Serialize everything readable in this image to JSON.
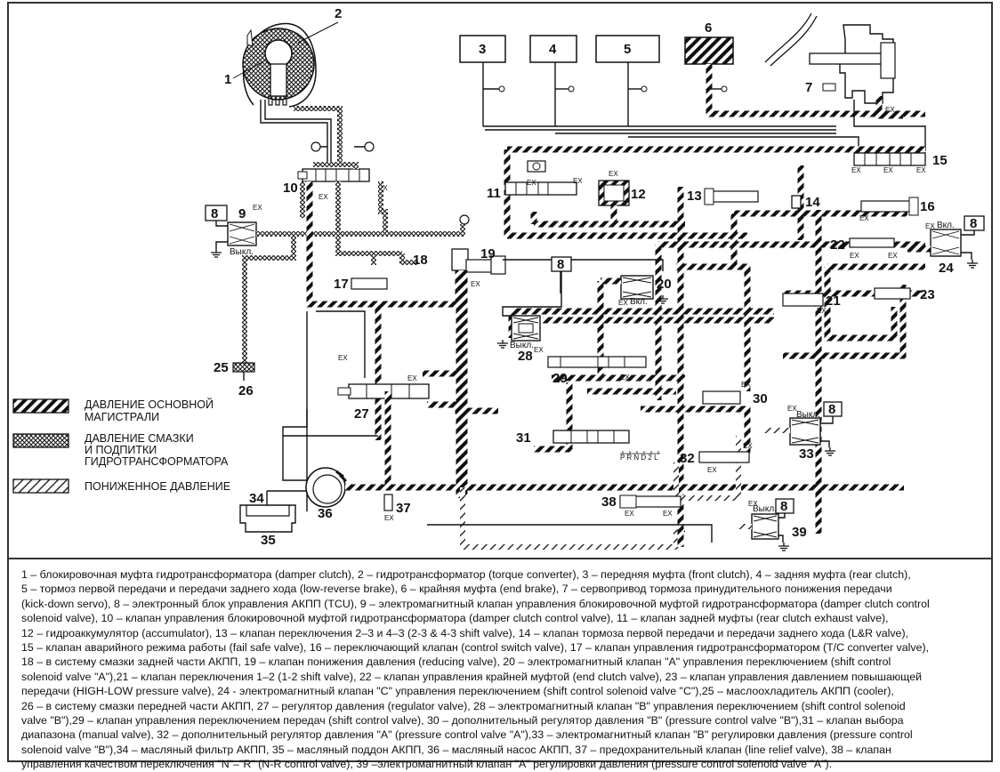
{
  "diagram": {
    "title": "Гидравлическая схема АКПП",
    "labels": {
      "n1": "1",
      "n2": "2",
      "n3": "3",
      "n4": "4",
      "n5": "5",
      "n6": "6",
      "n7": "7",
      "n8": "8",
      "n9": "9",
      "n10": "10",
      "n11": "11",
      "n12": "12",
      "n13": "13",
      "n14": "14",
      "n15": "15",
      "n16": "16",
      "n17": "17",
      "n18": "18",
      "n19": "19",
      "n20": "20",
      "n21": "21",
      "n22": "22",
      "n23": "23",
      "n24": "24",
      "n25": "25",
      "n26": "26",
      "n27": "27",
      "n28": "28",
      "n29": "29",
      "n30": "30",
      "n31": "31",
      "n32": "32",
      "n33": "33",
      "n34": "34",
      "n35": "35",
      "n36": "36",
      "n37": "37",
      "n38": "38",
      "n39": "39"
    },
    "tcu_label": "8",
    "exhaust_label": "EX",
    "state_on": "Вкл.",
    "state_off": "Выкл.",
    "manual_positions": "P R N D 2 L",
    "legend": [
      {
        "pattern": "main-line-pressure",
        "text_line1": "ДАВЛЕНИЕ ОСНОВНОЙ",
        "text_line2": "МАГИСТРАЛИ",
        "text_line3": ""
      },
      {
        "pattern": "lubrication-pressure",
        "text_line1": "ДАВЛЕНИЕ СМАЗКИ",
        "text_line2": "И ПОДПИТКИ",
        "text_line3": "ГИДРОТРАНСФОРМАТОРА"
      },
      {
        "pattern": "reduced-pressure",
        "text_line1": "ПОНИЖЕННОЕ ДАВЛЕНИЕ",
        "text_line2": "",
        "text_line3": ""
      }
    ]
  },
  "caption": {
    "lines": [
      "1 – блокировочная муфта гидротрансформатора (damper clutch), 2 – гидротрансформатор (torque converter), 3 – передняя муфта (front clutch), 4 – задняя муфта (rear clutch),",
      "5 – тормоз первой передачи и передачи заднего хода (low-reverse brake), 6 – крайняя муфта (end brake), 7 – сервопривод тормоза принудительного понижения передачи",
      "(kick-down servo), 8 – электронный блок управления АКПП (TCU), 9 – электромагнитный клапан управления блокировочной муфтой гидротрансформатора (damper clutch control",
      "solenoid valve), 10 – клапан управления блокировочной муфтой гидротрансформатора (damper clutch control valve), 11 – клапан задней муфты (rear clutch exhaust valve),",
      "12 – гидроаккумулятор (accumulator), 13 – клапан переключения 2–3 и 4–3 (2-3 & 4-3 shift valve), 14 – клапан тормоза первой передачи и передачи заднего хода (L&R valve),",
      "15 – клапан аварийного режима работы (fail safe valve), 16 – переключающий клапан (control switch valve), 17 – клапан управления гидротрансформатором (T/C converter valve),",
      "18 – в систему смазки задней части АКПП, 19 – клапан понижения давления (reducing valve), 20 – электромагнитный клапан \"A\" управления переключением (shift control",
      "solenoid valve \"A\"),21 – клапан переключения 1–2 (1-2 shift valve), 22 – клапан управления крайней муфтой (end clutch valve), 23 – клапан управления давлением повышающей",
      "передачи (HIGH-LOW pressure valve), 24 - электромагнитный клапан \"C\" управления переключением (shift control solenoid valve \"C\"),25 – маслоохладитель АКПП (cooler),",
      "26 – в систему смазки передней части АКПП, 27 – регулятор давления (regulator valve), 28 – электромагнитный клапан \"B\" управления переключением (shift control solenoid",
      "valve \"B\"),29 – клапан управления переключением передач (shift control valve), 30 – дополнительный регулятор давления \"B\" (pressure control valve \"B\"),31 – клапан выбора",
      "диапазона (manual valve), 32 – дополнительный регулятор давления \"A\" (pressure control valve \"A\"),33 – электромагнитный клапан \"B\" регулировки давления (pressure control",
      "solenoid valve \"B\"),34 – масляный фильтр АКПП, 35 – масляный поддон АКПП, 36 – масляный насос АКПП, 37 – предохранительный клапан (line relief valve), 38 – клапан",
      "управления качеством переключения \"N\"–\"R\" (N-R control valve), 39 –электромагнитный клапан \"A\" регулировки давления (pressure control solenoid valve \"A\")."
    ]
  }
}
